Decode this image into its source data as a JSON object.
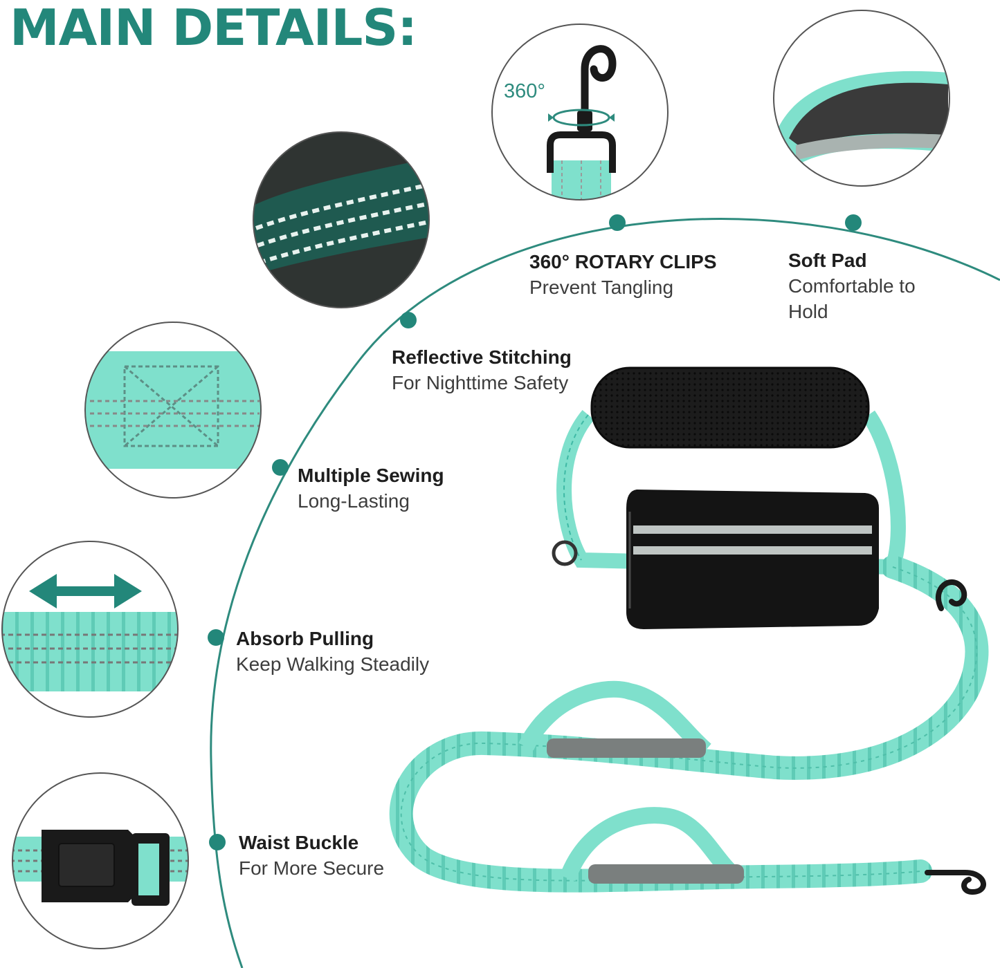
{
  "title": "MAIN DETAILS:",
  "colors": {
    "brand": "#23877a",
    "mint": "#7fe0cc",
    "mint_dark": "#3fb9a5",
    "black": "#1a1a1a",
    "grey": "#8a8a8a"
  },
  "rotation_badge": "360°",
  "features": [
    {
      "key": "rotary",
      "heading": "360°  ROTARY CLIPS",
      "sub": "Prevent Tangling"
    },
    {
      "key": "pad",
      "heading": "Soft Pad",
      "sub": "Comfortable to",
      "sub2": "Hold"
    },
    {
      "key": "reflective",
      "heading": "Reflective Stitching",
      "sub": "For Nighttime Safety"
    },
    {
      "key": "sewing",
      "heading": "Multiple Sewing",
      "sub": "Long-Lasting"
    },
    {
      "key": "absorb",
      "heading": "Absorb Pulling",
      "sub": "Keep Walking Steadily"
    },
    {
      "key": "buckle",
      "heading": "Waist Buckle",
      "sub": "For More Secure"
    }
  ]
}
